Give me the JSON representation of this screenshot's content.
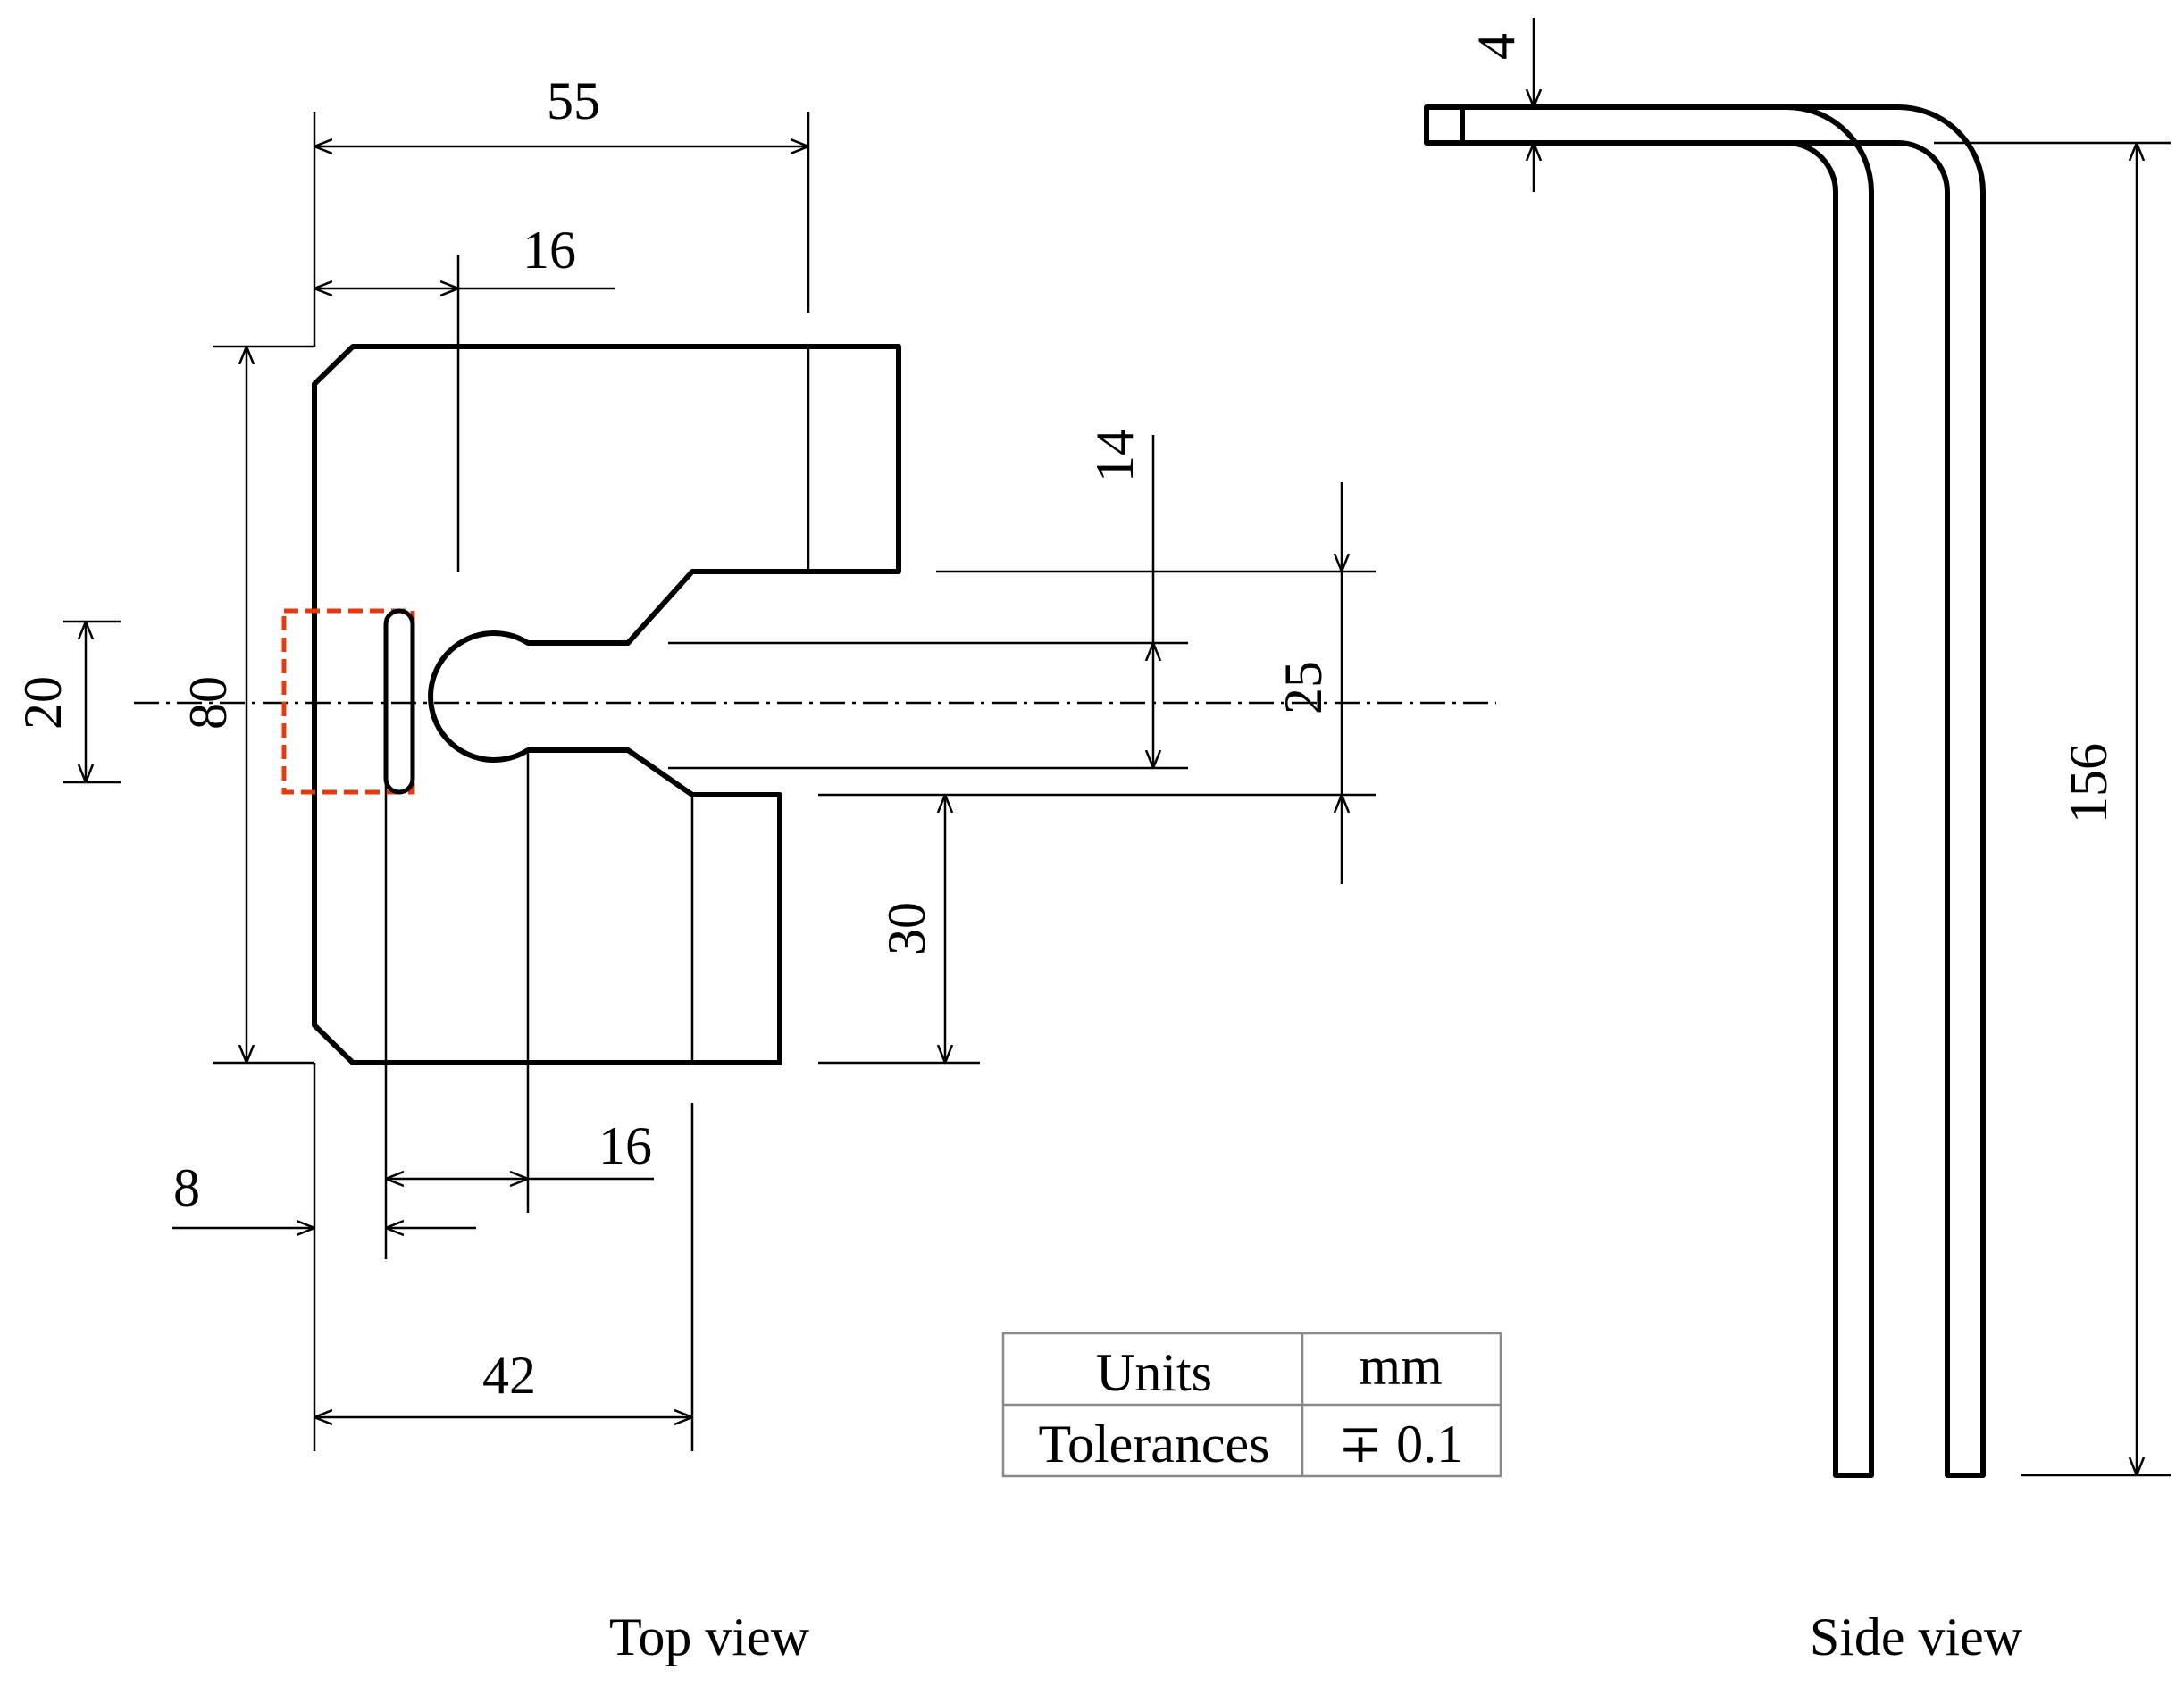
{
  "dimensions": {
    "top_width": "55",
    "slot_offset_top": "16",
    "height": "80",
    "center_band": "20",
    "slot_width": "14",
    "opening": "25",
    "lower_arm": "30",
    "left_inset": "8",
    "slot_offset_bottom": "16",
    "bottom_width": "42",
    "thickness": "4",
    "length": "156"
  },
  "table": {
    "units_label": "Units",
    "units_value": "mm",
    "tolerances_label": "Tolerances",
    "tolerances_value": "∓ 0.1"
  },
  "captions": {
    "top_view": "Top view",
    "side_view": "Side view"
  },
  "colors": {
    "highlight": "#e8380d"
  }
}
